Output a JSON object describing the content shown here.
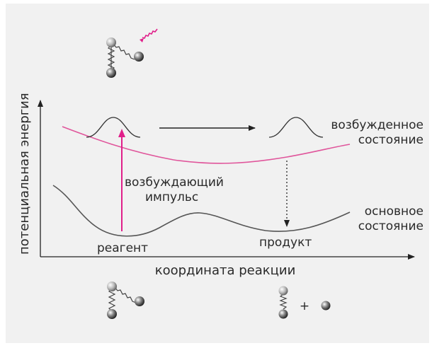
{
  "axes": {
    "y_label": "потенциальная энергия",
    "x_label": "координата реакции"
  },
  "states": {
    "excited_line1": "возбужденное",
    "excited_line2": "состояние",
    "ground_line1": "основное",
    "ground_line2": "состояние"
  },
  "points": {
    "reagent": "реагент",
    "product": "продукт"
  },
  "pulse": {
    "line1": "возбуждающий",
    "line2": "импульс"
  },
  "product_formula": {
    "plus": "+"
  },
  "colors": {
    "excited_curve": "#e0559b",
    "pulse_arrow": "#e0208a",
    "ground_curve": "#555555",
    "panel_bg": "#f1f1f1"
  }
}
